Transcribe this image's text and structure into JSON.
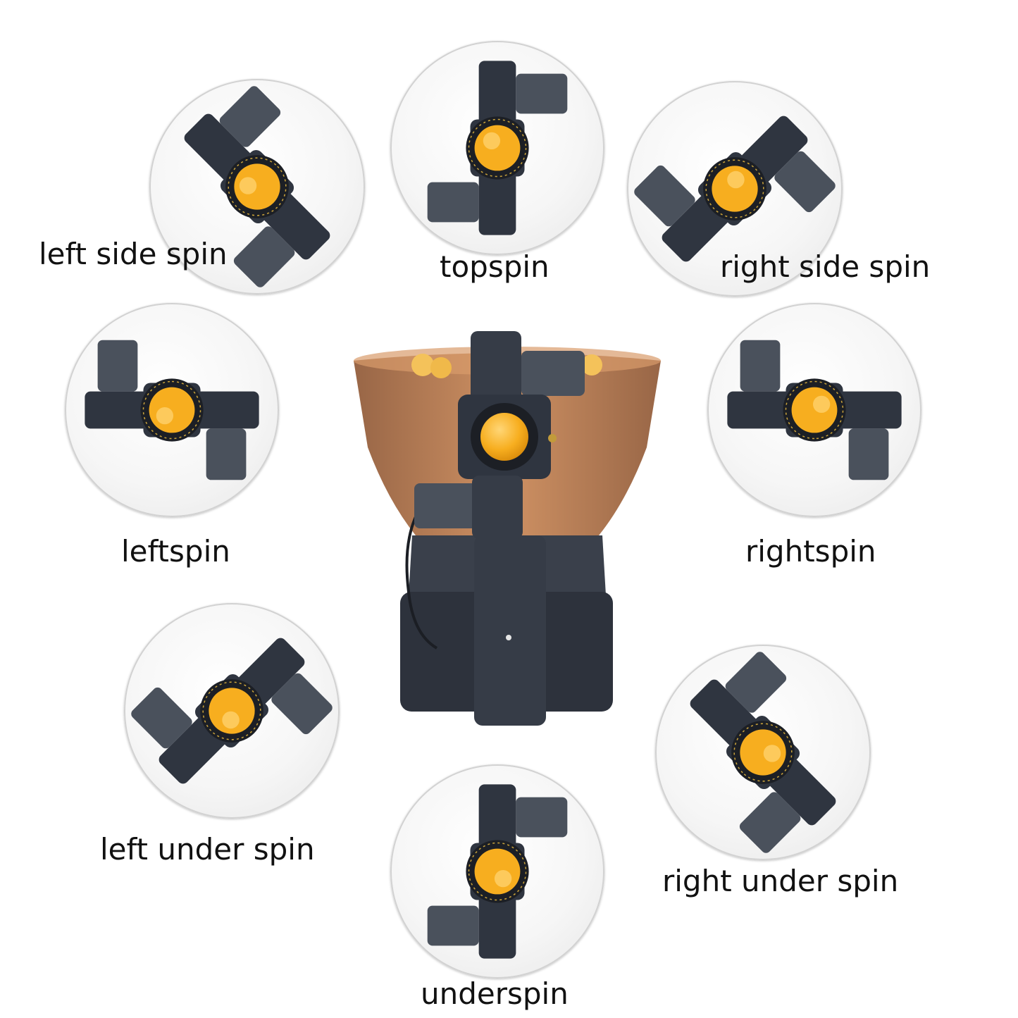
{
  "spin_modes": [
    {
      "id": "left-side-spin",
      "label": "left side spin",
      "angle": -45
    },
    {
      "id": "topspin",
      "label": "topspin",
      "angle": 0
    },
    {
      "id": "right-side-spin",
      "label": "right side spin",
      "angle": 45
    },
    {
      "id": "leftspin",
      "label": "leftspin",
      "angle": -90
    },
    {
      "id": "rightspin",
      "label": "rightspin",
      "angle": 90
    },
    {
      "id": "left-under-spin",
      "label": "left under spin",
      "angle": -135
    },
    {
      "id": "right-under-spin",
      "label": "right under spin",
      "angle": 135
    },
    {
      "id": "underspin",
      "label": "underspin",
      "angle": 180
    }
  ],
  "colors": {
    "head_dark": "#2f3540",
    "head_light": "#4a515c",
    "ball": "#f7ae1f",
    "ball_highlight": "#ffd676",
    "hopper": "#b5713f",
    "base": "#2d323c"
  }
}
